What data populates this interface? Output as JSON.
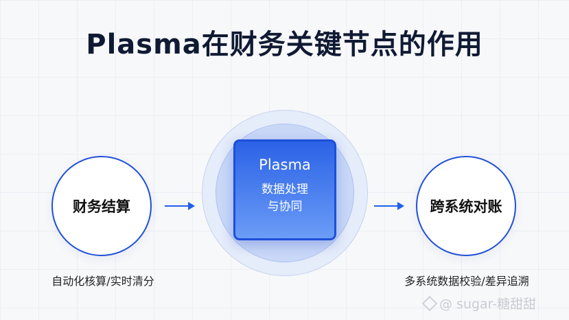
{
  "title": "Plasma在财务关键节点的作用",
  "left": {
    "label": "财务结算",
    "caption": "自动化核算/实时清分"
  },
  "center": {
    "title": "Plasma",
    "subtitle_line1": "数据处理",
    "subtitle_line2": "与协同"
  },
  "right": {
    "label": "跨系统对账",
    "caption": "多系统数据校验/差异追溯"
  },
  "watermark": "@ sugar-糖甜甜"
}
